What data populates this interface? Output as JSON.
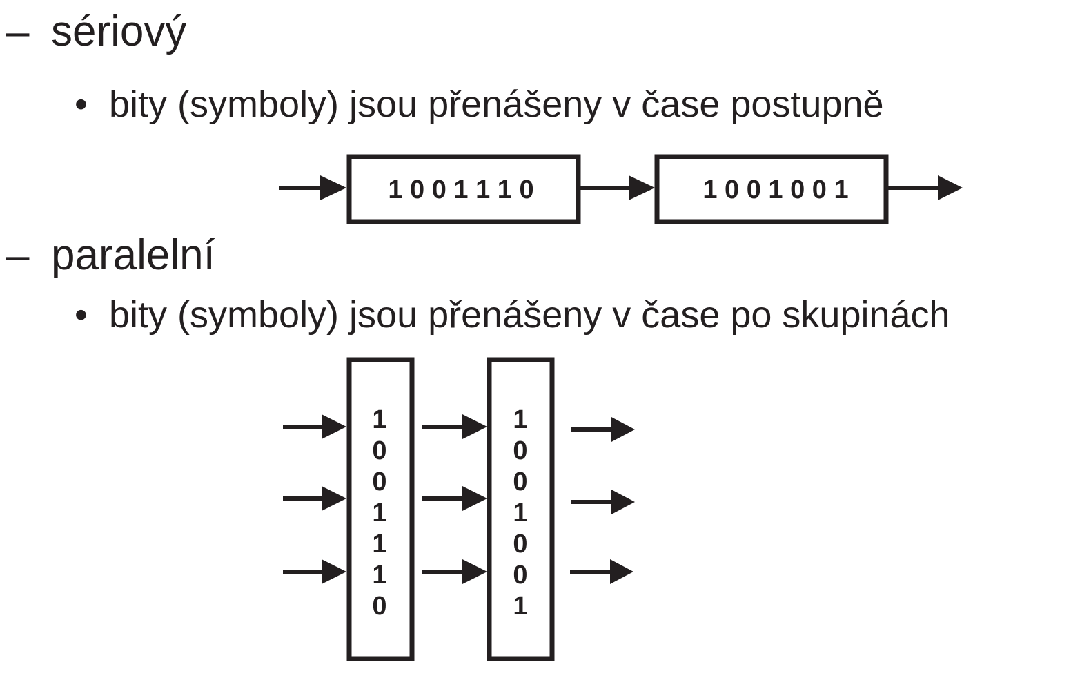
{
  "serial": {
    "heading": "sériový",
    "dash": "–",
    "description": "bity (symboly) jsou přenášeny v čase postupně",
    "bullet": "•",
    "blocks": [
      "1 0 0 1 1 1 0",
      "1 0 0 1 0 0 1"
    ]
  },
  "parallel": {
    "heading": "paralelní",
    "dash": "–",
    "description": "bity (symboly) jsou přenášeny v čase po skupinách",
    "bullet": "•",
    "blocks": [
      [
        "1",
        "0",
        "0",
        "1",
        "1",
        "1",
        "0"
      ],
      [
        "1",
        "0",
        "0",
        "1",
        "0",
        "0",
        "1"
      ]
    ]
  },
  "colors": {
    "ink": "#231f20",
    "background": "#ffffff"
  }
}
